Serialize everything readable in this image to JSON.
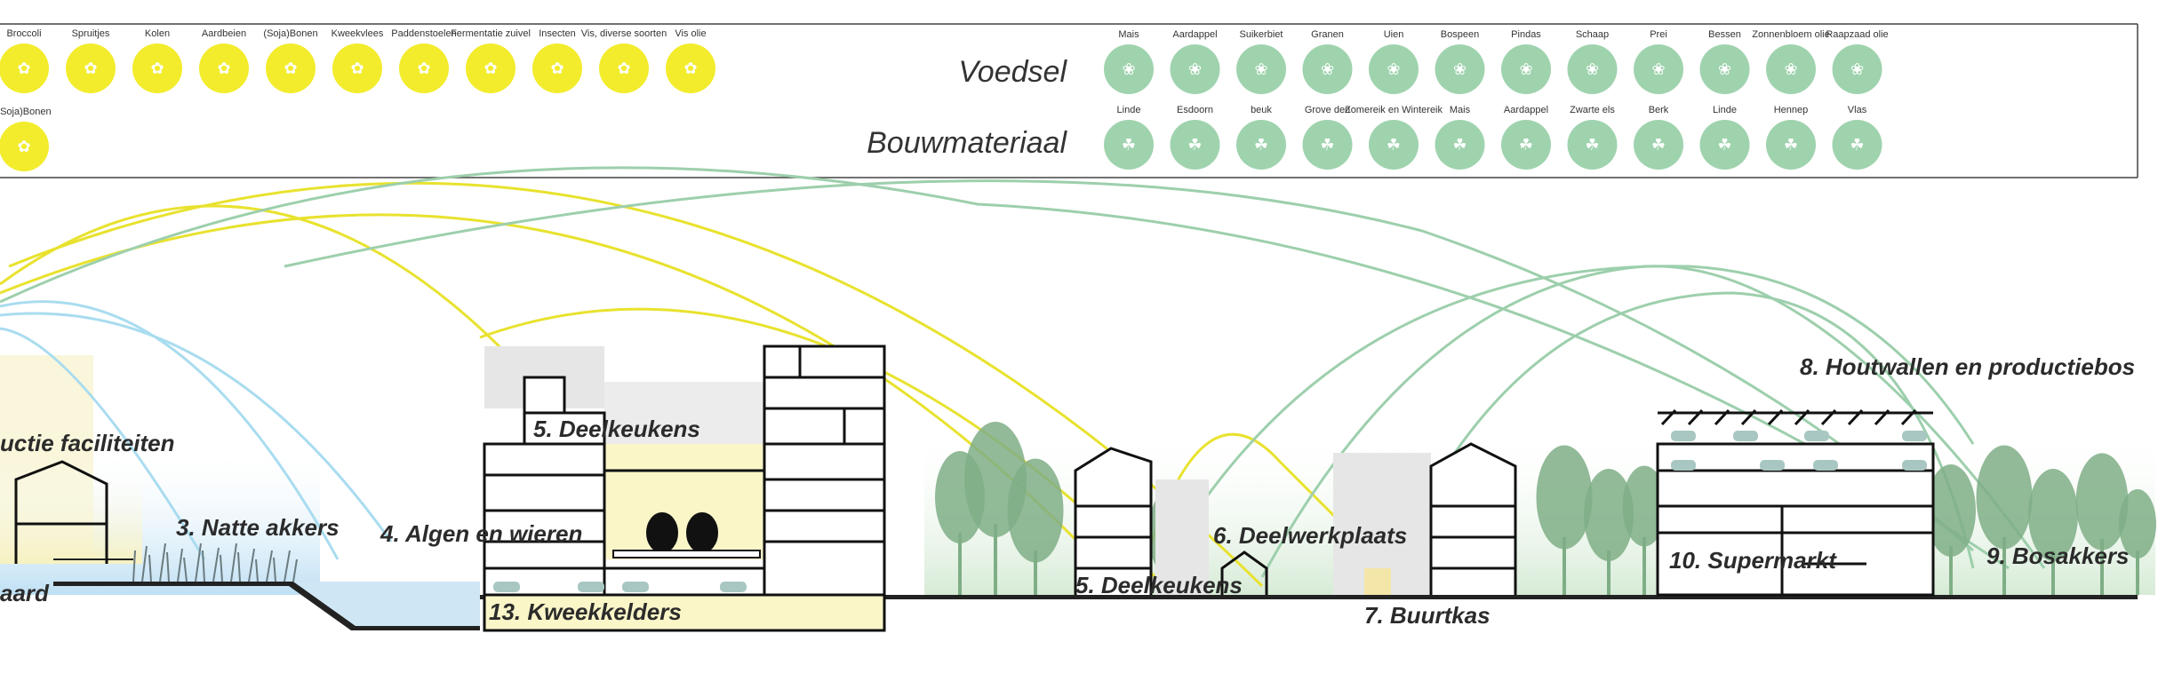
{
  "legend": {
    "left_icons_row1": [
      "Broccoli",
      "Spruitjes",
      "Kolen",
      "Aardbeien",
      "(Soja)Bonen",
      "Kweekvlees",
      "Paddenstoelen",
      "Fermentatie zuivel",
      "Insecten",
      "Vis, diverse soorten",
      "Vis olie"
    ],
    "left_icons_row2": [
      "(Soja)Bonen"
    ],
    "voedsel_title": "Voedsel",
    "bouwmateriaal_title": "Bouwmateriaal",
    "voedsel_icons": [
      "Mais",
      "Aardappel",
      "Suikerbiet",
      "Granen",
      "Uien",
      "Bospeen",
      "Pindas",
      "Schaap",
      "Prei",
      "Bessen",
      "Zonnenbloem olie",
      "Raapzaad olie"
    ],
    "bouwmateriaal_icons": [
      "Linde",
      "Esdoorn",
      "beuk",
      "Grove den",
      "Zomereik en Wintereik",
      "Mais",
      "Aardappel",
      "Zwarte els",
      "Berk",
      "Linde",
      "Hennep",
      "Vlas"
    ]
  },
  "places": {
    "productie": "uctie faciliteiten",
    "boomgaard": "aard",
    "natte_akkers": "3. Natte akkers",
    "algen": "4. Algen en wieren",
    "deelkeukens_top": "5. Deelkeukens",
    "kweekkelders": "13. Kweekkelders",
    "deelkeukens_low": "5. Deelkeukens",
    "deelwerkplaats": "6. Deelwerkplaats",
    "buurtkas": "7. Buurtkas",
    "houtwallen": "8. Houtwallen en productiebos",
    "bosakkers": "9. Bosakkers",
    "supermarkt": "10. Supermarkt"
  },
  "colors": {
    "yellow_icon": "#f2ec2c",
    "green_icon": "#9fd3ae",
    "yellow_arc": "#e8e22e",
    "green_arc": "#9dcfac",
    "blue_arc": "#a9dcef",
    "tree": "#7fae86",
    "water": "#cfe6f5",
    "basement": "#faf6c8"
  }
}
